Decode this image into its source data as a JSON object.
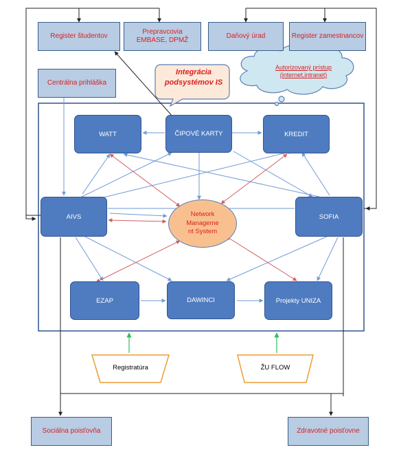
{
  "external": {
    "register_studentov": "Register študentov",
    "prepravcovia": "Prepravcovia EMBASE, DPMŽ",
    "danovy_urad": "Daňový úrad",
    "register_zamestnancov": "Register zamestnancov",
    "centralna_prihlaska": "Centrálna prihláška",
    "socialna_poistovna": "Sociálna poisťovňa",
    "zdravotne_poistovne": "Zdravotné poisťovne"
  },
  "callout": {
    "line1": "Integrácia",
    "line2": "podsystémov IS"
  },
  "cloud": {
    "line1": "Autorizovaný prístup",
    "line2": "(internet,intranet)"
  },
  "modules": {
    "watt": "WATT",
    "cipove_karty": "ČIPOVÉ KARTY",
    "kredit": "KREDIT",
    "aivs": "AIVS",
    "sofia": "SOFIA",
    "ezap": "EZAP",
    "dawinci": "DAWINCI",
    "projekty": "Projekty UNIZA"
  },
  "nms": {
    "line1": "Network",
    "line2": "Manageme",
    "line3": "nt System"
  },
  "inputs": {
    "registratura": "Registratúra",
    "zu_flow": "ŽU FLOW"
  },
  "colors": {
    "module_fill": "#4f7cc0",
    "external_fill": "#b8cce4",
    "text_red": "#d92020",
    "nms_fill": "#f9c08f",
    "frame": "#2f528f",
    "trapezoid_border": "#ed9b33",
    "arrow_green": "#2fbf5f",
    "arrow_blue": "#6f9ad6",
    "arrow_red": "#d06060"
  }
}
